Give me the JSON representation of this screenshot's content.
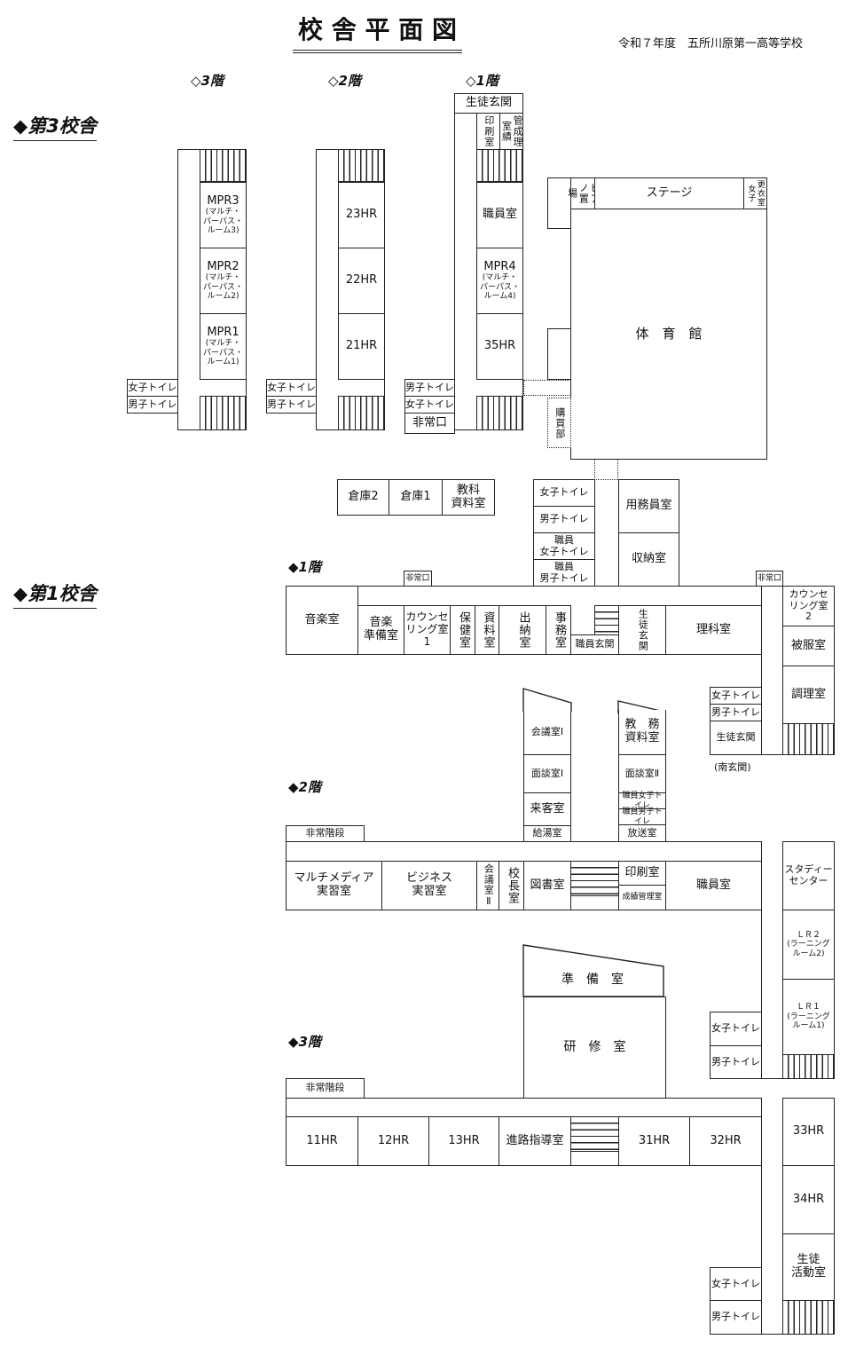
{
  "header": {
    "title": "校 舎 平 面 図",
    "subtitle": "令和７年度　五所川原第一高等学校"
  },
  "labels": {
    "b3": "◆第3校舎",
    "b1": "◆第1校舎",
    "f3o": "◇3階",
    "f2o": "◇2階",
    "f1o": "◇1階",
    "f1": "◆1階",
    "f2": "◆2階",
    "f3": "◆3階",
    "south": "(南玄関)"
  },
  "b3f3": {
    "mpr3": "MPR3",
    "mpr3s": "(マルチ・\nパーパス・\nルーム3)",
    "mpr2": "MPR2",
    "mpr2s": "(マルチ・\nパーパス・\nルーム2)",
    "mpr1": "MPR1",
    "mpr1s": "(マルチ・\nパーパス・\nルーム1)",
    "wc_f": "女子トイレ",
    "wc_m": "男子トイレ"
  },
  "b3f2": {
    "r23": "23HR",
    "r22": "22HR",
    "r21": "21HR",
    "wc_f": "女子トイレ",
    "wc_m": "男子トイレ"
  },
  "b3f1": {
    "entrance": "生徒玄関",
    "print": "印刷室",
    "grades": "管成理室績",
    "staff": "職員室",
    "mpr4": "MPR4",
    "mpr4s": "(マルチ・\nパーパス・\nルーム4)",
    "r35": "35HR",
    "wc_m": "男子トイレ",
    "wc_f": "女子トイレ",
    "exit": "非常口"
  },
  "gym": {
    "piano": "ピアノ置場",
    "stage": "ステージ",
    "dressing": "更衣室女子",
    "hall": "体　育　館",
    "shop": "購買部"
  },
  "annex": {
    "store2": "倉庫2",
    "store1": "倉庫1",
    "materials": "教科\n資料室",
    "wc_f": "女子トイレ",
    "wc_m": "男子トイレ",
    "staff_wc_f": "職員\n女子トイレ",
    "staff_wc_m": "職員\n男子トイレ",
    "janitor": "用務員室",
    "storage": "収納室"
  },
  "f1": {
    "exit": "非常口",
    "music": "音楽室",
    "music_prep": "音楽\n準備室",
    "counsel1": "カウンセ\nリング室\n1",
    "health": "保健室",
    "docs": "資料室",
    "cashier": "出納室",
    "office": "事務室",
    "staff_ent": "職員玄関",
    "student_ent": "生徒玄関",
    "science": "理科室",
    "counsel2": "カウンセ\nリング室\n2",
    "clothing": "被服室",
    "cooking": "調理室",
    "wc_f": "女子トイレ",
    "wc_m": "男子トイレ",
    "student_ent2": "生徒玄関"
  },
  "f2": {
    "fire_stairs": "非常階段",
    "multimedia": "マルチメディア\n実習室",
    "business": "ビジネス\n実習室",
    "meeting2": "会議室Ⅱ",
    "principal": "校長室",
    "library": "図書室",
    "print": "印刷室",
    "grades": "成績管理室",
    "staff": "職員室",
    "meeting1": "会議室Ⅰ",
    "interview1": "面談室Ⅰ",
    "guest": "来客室",
    "kitchen": "給湯室",
    "academic": "教　務\n資料室",
    "interview2": "面談室Ⅱ",
    "staff_wc_f": "職員女子トイレ",
    "staff_wc_m": "職員男子トイレ",
    "broadcast": "放送室",
    "study": "スタディー\nセンター",
    "lr2": "ＬＲ２\n(ラーニングルーム2)",
    "lr1": "ＬＲ１\n(ラーニングルーム1)",
    "wc_f": "女子トイレ",
    "wc_m": "男子トイレ",
    "prep": "準　備　室",
    "training": "研　修　室"
  },
  "f3": {
    "fire_stairs": "非常階段",
    "r11": "11HR",
    "r12": "12HR",
    "r13": "13HR",
    "career": "進路指導室",
    "r31": "31HR",
    "r32": "32HR",
    "r33": "33HR",
    "r34": "34HR",
    "activity": "生徒\n活動室",
    "wc_f": "女子トイレ",
    "wc_m": "男子トイレ"
  }
}
